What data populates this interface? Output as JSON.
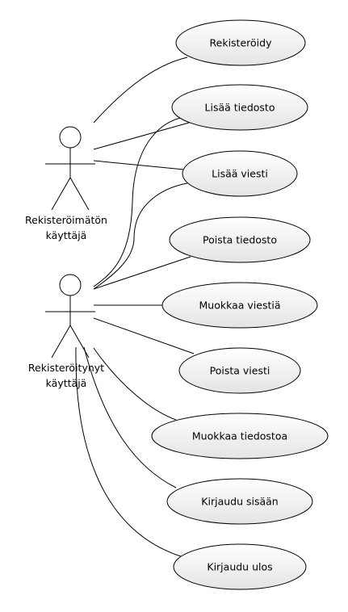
{
  "actors": [
    {
      "id": "unregistered",
      "label_lines": [
        "Rekisteröimätön",
        "käyttäjä"
      ]
    },
    {
      "id": "registered",
      "label_lines": [
        "Rekisteröitynyt",
        "käyttäjä"
      ]
    }
  ],
  "use_cases": [
    {
      "id": "register",
      "label": "Rekisteröidy"
    },
    {
      "id": "add_file",
      "label": "Lisää tiedosto"
    },
    {
      "id": "add_message",
      "label": "Lisää viesti"
    },
    {
      "id": "delete_file",
      "label": "Poista tiedosto"
    },
    {
      "id": "edit_message",
      "label": "Muokkaa viestiä"
    },
    {
      "id": "delete_message",
      "label": "Poista viesti"
    },
    {
      "id": "edit_file",
      "label": "Muokkaa tiedostoa"
    },
    {
      "id": "login",
      "label": "Kirjaudu sisään"
    },
    {
      "id": "logout",
      "label": "Kirjaudu ulos"
    }
  ],
  "associations": [
    {
      "actor": "unregistered",
      "use_case": "register"
    },
    {
      "actor": "unregistered",
      "use_case": "add_file"
    },
    {
      "actor": "unregistered",
      "use_case": "add_message"
    },
    {
      "actor": "registered",
      "use_case": "add_file"
    },
    {
      "actor": "registered",
      "use_case": "add_message"
    },
    {
      "actor": "registered",
      "use_case": "delete_file"
    },
    {
      "actor": "registered",
      "use_case": "edit_message"
    },
    {
      "actor": "registered",
      "use_case": "delete_message"
    },
    {
      "actor": "registered",
      "use_case": "edit_file"
    },
    {
      "actor": "registered",
      "use_case": "login"
    },
    {
      "actor": "registered",
      "use_case": "logout"
    }
  ],
  "colors": {
    "line": "#000000",
    "usecase_fill_light": "#ffffff",
    "usecase_fill_dark": "#e4e4e4"
  }
}
